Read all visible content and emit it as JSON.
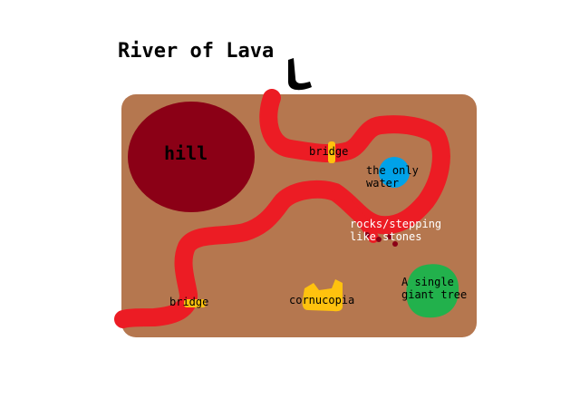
{
  "title": "River of Lava",
  "labels": {
    "hill": "hill",
    "bridge_top": "bridge",
    "water": "the only\nwater",
    "rocks": "rocks/stepping\nlike stones",
    "tree": "A single\ngiant tree",
    "cornucopia": "cornucopia",
    "bridge_bottom": "bridge"
  },
  "colors": {
    "ground": "#b5774f",
    "hill": "#8b0016",
    "lava": "#ec1c24",
    "bridge": "#ffc20e",
    "water": "#00a2e8",
    "tree": "#22b14c",
    "cornucopia": "#ffc20e",
    "arrow": "#000000"
  }
}
